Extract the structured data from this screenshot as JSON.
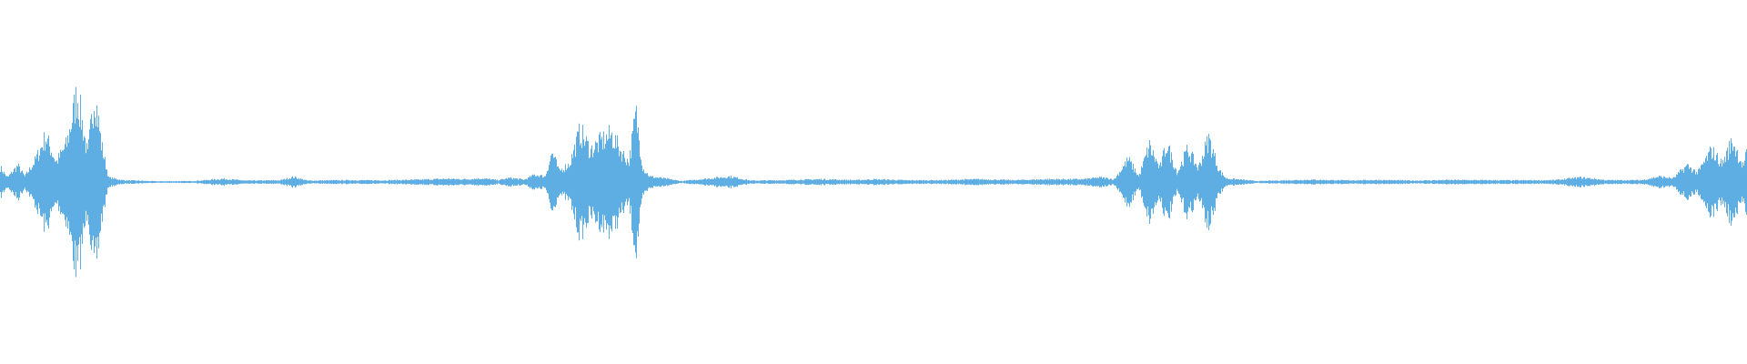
{
  "waveform": {
    "color": "#5eade3",
    "envelope": [
      [
        0.0,
        0.16
      ],
      [
        0.004,
        0.05
      ],
      [
        0.01,
        0.18
      ],
      [
        0.014,
        0.06
      ],
      [
        0.02,
        0.24
      ],
      [
        0.026,
        0.5
      ],
      [
        0.032,
        0.22
      ],
      [
        0.038,
        0.42
      ],
      [
        0.044,
        0.98
      ],
      [
        0.05,
        0.3
      ],
      [
        0.054,
        1.0
      ],
      [
        0.058,
        0.4
      ],
      [
        0.062,
        0.05
      ],
      [
        0.07,
        0.02
      ],
      [
        0.09,
        0.008
      ],
      [
        0.11,
        0.01
      ],
      [
        0.128,
        0.035
      ],
      [
        0.14,
        0.015
      ],
      [
        0.16,
        0.018
      ],
      [
        0.168,
        0.055
      ],
      [
        0.176,
        0.015
      ],
      [
        0.2,
        0.02
      ],
      [
        0.22,
        0.018
      ],
      [
        0.24,
        0.025
      ],
      [
        0.256,
        0.035
      ],
      [
        0.266,
        0.03
      ],
      [
        0.276,
        0.04
      ],
      [
        0.285,
        0.02
      ],
      [
        0.292,
        0.045
      ],
      [
        0.3,
        0.025
      ],
      [
        0.306,
        0.08
      ],
      [
        0.312,
        0.06
      ],
      [
        0.316,
        0.33
      ],
      [
        0.32,
        0.12
      ],
      [
        0.326,
        0.2
      ],
      [
        0.332,
        0.56
      ],
      [
        0.338,
        0.35
      ],
      [
        0.344,
        0.45
      ],
      [
        0.35,
        0.52
      ],
      [
        0.356,
        0.32
      ],
      [
        0.36,
        0.22
      ],
      [
        0.364,
        0.76
      ],
      [
        0.368,
        0.15
      ],
      [
        0.372,
        0.06
      ],
      [
        0.38,
        0.04
      ],
      [
        0.39,
        0.01
      ],
      [
        0.418,
        0.06
      ],
      [
        0.43,
        0.015
      ],
      [
        0.45,
        0.02
      ],
      [
        0.47,
        0.03
      ],
      [
        0.49,
        0.02
      ],
      [
        0.5,
        0.03
      ],
      [
        0.52,
        0.018
      ],
      [
        0.54,
        0.02
      ],
      [
        0.56,
        0.03
      ],
      [
        0.58,
        0.02
      ],
      [
        0.6,
        0.03
      ],
      [
        0.62,
        0.03
      ],
      [
        0.63,
        0.05
      ],
      [
        0.638,
        0.03
      ],
      [
        0.646,
        0.25
      ],
      [
        0.652,
        0.06
      ],
      [
        0.658,
        0.4
      ],
      [
        0.664,
        0.15
      ],
      [
        0.668,
        0.42
      ],
      [
        0.674,
        0.1
      ],
      [
        0.68,
        0.36
      ],
      [
        0.686,
        0.15
      ],
      [
        0.692,
        0.48
      ],
      [
        0.698,
        0.13
      ],
      [
        0.702,
        0.04
      ],
      [
        0.72,
        0.01
      ],
      [
        0.75,
        0.025
      ],
      [
        0.77,
        0.018
      ],
      [
        0.79,
        0.022
      ],
      [
        0.81,
        0.015
      ],
      [
        0.83,
        0.022
      ],
      [
        0.85,
        0.02
      ],
      [
        0.87,
        0.018
      ],
      [
        0.89,
        0.02
      ],
      [
        0.905,
        0.05
      ],
      [
        0.92,
        0.02
      ],
      [
        0.94,
        0.02
      ],
      [
        0.95,
        0.06
      ],
      [
        0.958,
        0.04
      ],
      [
        0.966,
        0.18
      ],
      [
        0.972,
        0.1
      ],
      [
        0.98,
        0.35
      ],
      [
        0.986,
        0.2
      ],
      [
        0.992,
        0.45
      ],
      [
        0.998,
        0.18
      ],
      [
        1.0,
        0.3
      ]
    ]
  }
}
